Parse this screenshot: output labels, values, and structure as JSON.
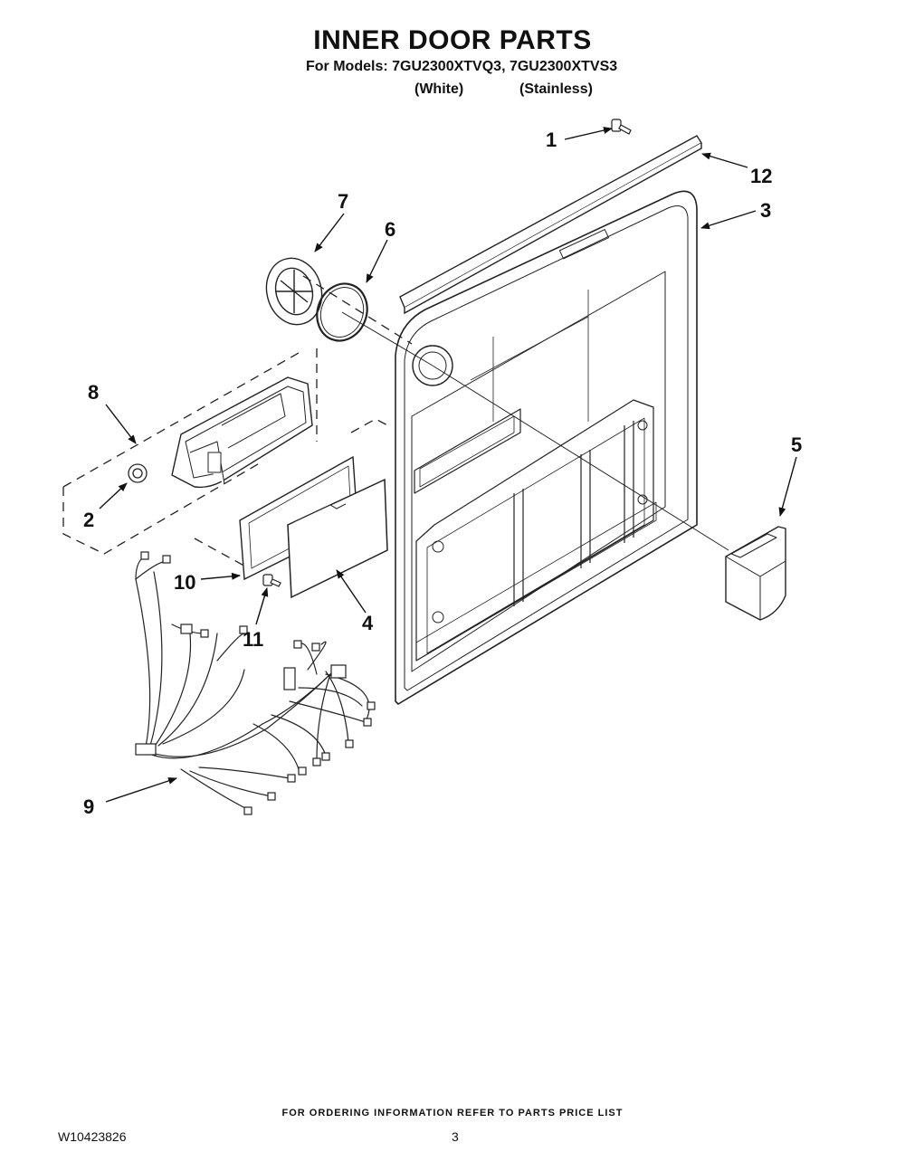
{
  "header": {
    "title": "INNER DOOR PARTS",
    "models_line": "For Models: 7GU2300XTVQ3, 7GU2300XTVS3",
    "variant_white": "(White)",
    "variant_stainless": "(Stainless)"
  },
  "callouts": {
    "c1": "1",
    "c2": "2",
    "c3": "3",
    "c4": "4",
    "c5": "5",
    "c6": "6",
    "c7": "7",
    "c8": "8",
    "c9": "9",
    "c10": "10",
    "c11": "11",
    "c12": "12"
  },
  "footer": {
    "ordering_note": "FOR ORDERING INFORMATION REFER TO PARTS PRICE LIST",
    "doc_number": "W10423826",
    "page_number": "3"
  }
}
